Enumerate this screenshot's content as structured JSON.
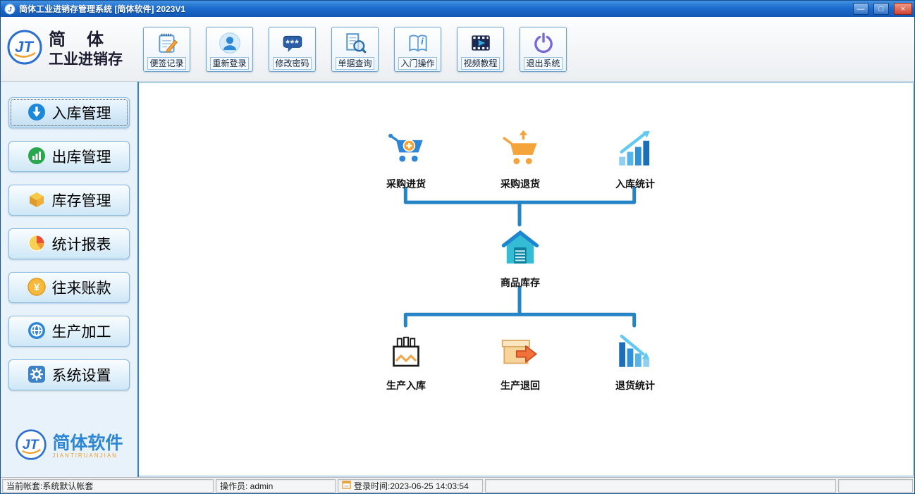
{
  "window": {
    "title": "简体工业进销存管理系统 [简体软件] 2023V1",
    "controls": {
      "minimize": "—",
      "maximize": "□",
      "close": "×"
    }
  },
  "brand": {
    "line1": "简 体",
    "line2": "工业进销存",
    "footer_name": "简体软件",
    "footer_sub": "JIANTIRUANJIAN"
  },
  "toolbar": {
    "buttons": [
      {
        "label": "便签记录",
        "icon": "notepad-icon"
      },
      {
        "label": "重新登录",
        "icon": "user-icon"
      },
      {
        "label": "修改密码",
        "icon": "password-bubble-icon"
      },
      {
        "label": "单据查询",
        "icon": "document-search-icon"
      },
      {
        "label": "入门操作",
        "icon": "open-book-icon"
      },
      {
        "label": "视频教程",
        "icon": "video-film-icon"
      },
      {
        "label": "退出系统",
        "icon": "power-icon"
      }
    ]
  },
  "sidebar": {
    "items": [
      {
        "label": "入库管理",
        "icon": "arrow-down-circle-icon",
        "selected": true
      },
      {
        "label": "出库管理",
        "icon": "chart-circle-icon",
        "selected": false
      },
      {
        "label": "库存管理",
        "icon": "box-3d-icon",
        "selected": false
      },
      {
        "label": "统计报表",
        "icon": "pie-chart-icon",
        "selected": false
      },
      {
        "label": "往来账款",
        "icon": "yen-coin-icon",
        "selected": false
      },
      {
        "label": "生产加工",
        "icon": "globe-icon",
        "selected": false
      },
      {
        "label": "系统设置",
        "icon": "gear-icon",
        "selected": false
      }
    ]
  },
  "diagram": {
    "nodes": [
      {
        "label": "采购进货",
        "icon": "cart-plus-icon"
      },
      {
        "label": "采购退货",
        "icon": "cart-return-icon"
      },
      {
        "label": "入库统计",
        "icon": "bars-up-icon"
      },
      {
        "label": "商品库存",
        "icon": "warehouse-icon"
      },
      {
        "label": "生产入库",
        "icon": "package-icon"
      },
      {
        "label": "生产退回",
        "icon": "box-return-icon"
      },
      {
        "label": "退货统计",
        "icon": "bars-down-icon"
      }
    ],
    "connector_color": "#2584c6"
  },
  "statusbar": {
    "account": "当前帐套:系统默认帐套",
    "operator": "操作员:  admin",
    "login_time": "登录时间:2023-06-25 14:03:54"
  },
  "colors": {
    "titlebar": "#1d6ccd",
    "accent": "#2e86c1",
    "close_button": "#cf4433"
  }
}
